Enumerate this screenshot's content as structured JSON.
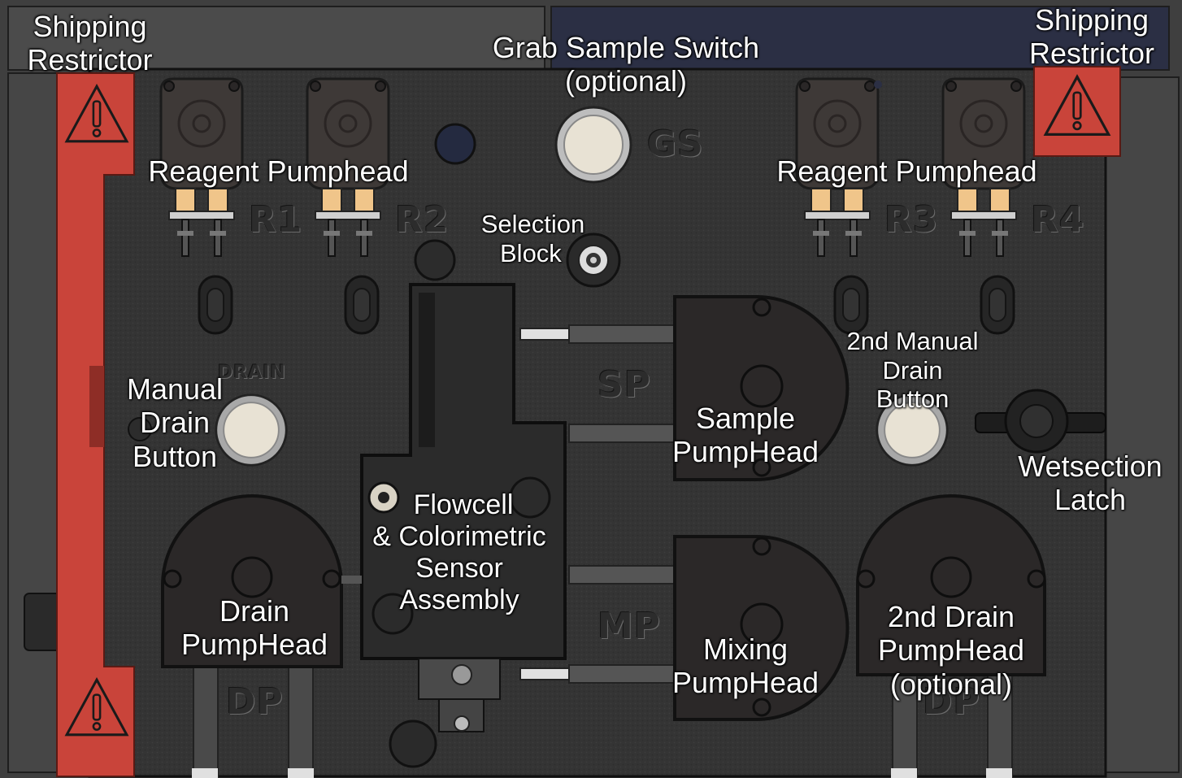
{
  "labels": {
    "shipping_restrictor_left": [
      "Shipping",
      "Restrictor"
    ],
    "shipping_restrictor_right": [
      "Shipping",
      "Restrictor"
    ],
    "grab_sample_switch": [
      "Grab Sample Switch",
      "(optional)"
    ],
    "reagent_pumphead_left": "Reagent Pumphead",
    "reagent_pumphead_right": "Reagent Pumphead",
    "selection_block": [
      "Selection",
      "Block"
    ],
    "manual_drain_button": [
      "Manual",
      "Drain",
      "Button"
    ],
    "second_manual_drain_button": [
      "2nd Manual",
      "Drain",
      "Button"
    ],
    "sample_pumphead": [
      "Sample",
      "PumpHead"
    ],
    "wetsection_latch": [
      "Wetsection",
      "Latch"
    ],
    "flowcell_assembly": [
      "Flowcell",
      "& Colorimetric",
      "Sensor",
      "Assembly"
    ],
    "drain_pumphead": [
      "Drain",
      "PumpHead"
    ],
    "mixing_pumphead": [
      "Mixing",
      "PumpHead"
    ],
    "second_drain_pumphead": [
      "2nd Drain",
      "PumpHead",
      "(optional)"
    ]
  },
  "embossed": {
    "r1": "R1",
    "r2": "R2",
    "r3": "R3",
    "r4": "R4",
    "gs": "GS",
    "sp": "SP",
    "mp": "MP",
    "dp_left": "DP",
    "dp_right": "DP",
    "drain": "DRAIN"
  },
  "colors": {
    "panel": "#333333",
    "restrictor_red": "#c9443a",
    "fitting_orange": "#f0c58a",
    "button_cream": "#e8e2d4",
    "label_text": "#ffffff"
  }
}
